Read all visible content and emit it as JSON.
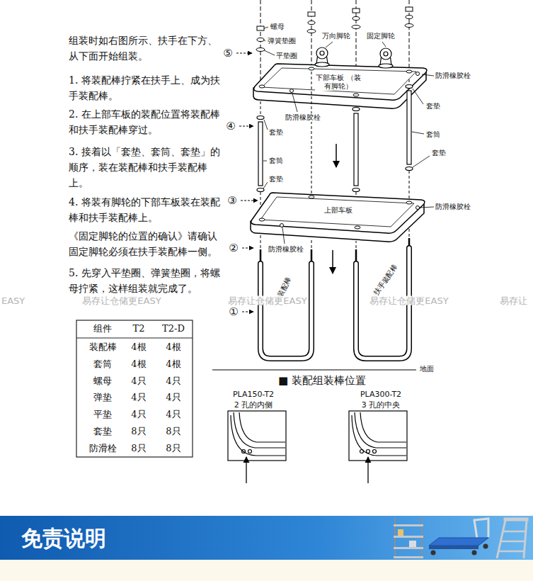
{
  "diagram": {
    "nodes": [
      {
        "text": [
          "免责说明"
        ]
      }
    ],
    "labels": [
      "组装时如右图所示、扶手在下方、从下面开始组装。",
      "1. 将装配棒拧紧在扶手上、成为扶手装配棒。",
      "2. 在上部车板的装配位置将装配棒和扶手装配棒穿过。",
      "3. 接着以「套垫、套筒、套垫」的顺序，装在装配棒和扶手装配棒上。",
      "4. 将装有脚轮的下部车板装在装配棒和扶手装配棒上。",
      "《固定脚轮的位置的确认》请确认固定脚轮必须在扶手装配棒一侧。",
      "5. 先穿入平垫圈、弹簧垫圈，将螺母拧紧，这样组装就完成了。",
      "组件",
      "T2",
      "T2-D",
      "装配棒",
      "4根",
      "4根",
      "套筒",
      "4根",
      "4根",
      "螺母",
      "4只",
      "4只",
      "弹垫",
      "4只",
      "4只",
      "平垫",
      "4只",
      "4只",
      "套垫",
      "8只",
      "8只",
      "防滑栓",
      "8只",
      "8只",
      "⑤",
      "④",
      "③",
      "②",
      "①",
      "螺母",
      "弹簧垫圈",
      "平垫圈",
      "万向脚轮",
      "固定脚轮",
      "下部车板 （装有脚轮）",
      "防滑橡胶栓",
      "防滑橡胶栓",
      "套垫",
      "套筒",
      "套垫",
      "套垫",
      "套筒",
      "套垫",
      "上部车板",
      "防滑橡胶栓",
      "防滑橡胶栓",
      "装配棒",
      "扶手装配棒",
      "地面",
      "■ 装配组装棒位置",
      "PLA150-T2",
      "2 孔的内侧",
      "PLA300-T2",
      "3 孔的中央",
      "EASY",
      "易存让仓储更EASY",
      "易存让仓储更EASY",
      "易存让仓储更EASY",
      "易存让"
    ]
  }
}
